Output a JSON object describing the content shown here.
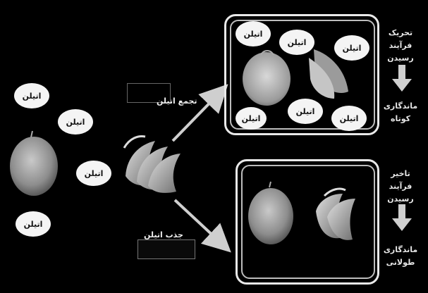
{
  "ethylene_label": "اتیلن",
  "top_box": {
    "line1": "تحریک",
    "line2": "فرآیند رسیدن",
    "line3": "ماندگاری",
    "line4": "کوتاه"
  },
  "bottom_box": {
    "line1": "تاخیر",
    "line2": "فرآیند رسیدن",
    "line3": "ماندگاری",
    "line4": "طولانی"
  },
  "arrow_top_label": "تجمع اتیلن",
  "arrow_bottom_label": "جذب اتیلن"
}
